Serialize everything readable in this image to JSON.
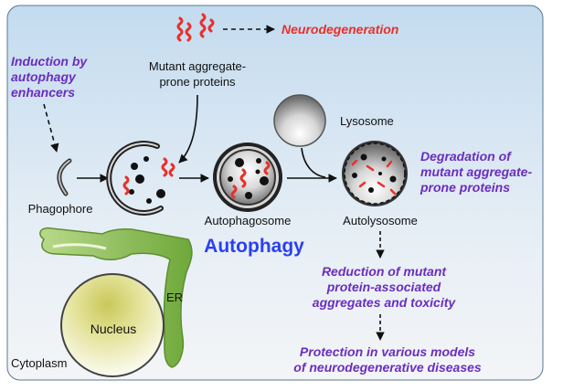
{
  "labels": {
    "neurodegeneration": "Neurodegeneration",
    "mutant_proteins_line1": "Mutant aggregate-",
    "mutant_proteins_line2": "prone proteins",
    "induction_line1": "Induction by",
    "induction_line2": "autophagy",
    "induction_line3": "enhancers",
    "lysosome": "Lysosome",
    "phagophore": "Phagophore",
    "autophagosome": "Autophagosome",
    "autolysosome": "Autolysosome",
    "autophagy": "Autophagy",
    "degradation_line1": "Degradation of",
    "degradation_line2": "mutant aggregate-",
    "degradation_line3": "prone proteins",
    "reduction_line1": "Reduction of mutant",
    "reduction_line2": "protein-associated",
    "reduction_line3": "aggregates and toxicity",
    "protection_line1": "Protection in various models",
    "protection_line2": "of neurodegenerative diseases",
    "er": "ER",
    "nucleus": "Nucleus",
    "cytoplasm": "Cytoplasm"
  },
  "colors": {
    "purple": "#6a2dbf",
    "red": "#e8302a",
    "blue": "#2b3ff0",
    "er_green": "#8cc04a",
    "nucleus_yellow": "#e4e39a",
    "background_top": "#c9dff1",
    "background_bottom": "#f1f4f7"
  }
}
